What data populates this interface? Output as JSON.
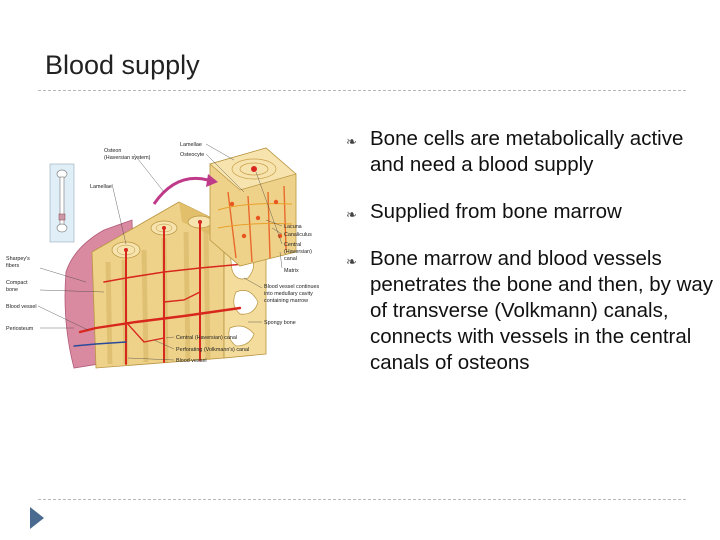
{
  "slide": {
    "title": "Blood supply"
  },
  "bullets": [
    {
      "marker": "❧",
      "text": "Bone cells are metabolically active and need a blood supply"
    },
    {
      "marker": "❧",
      "text": "Supplied from bone marrow"
    },
    {
      "marker": "❧",
      "text": "Bone marrow and blood vessels penetrates the bone and then, by way of transverse (Volkmann) canals, connects with vessels in the central canals of osteons"
    }
  ],
  "figure": {
    "labels": {
      "osteon": "Osteon",
      "haversian_system": "(Haversian system)",
      "lamellae_top": "Lamellae",
      "osteocyte": "Osteocyte",
      "lamellae_left": "Lamellae",
      "sharpeys_1": "Sharpey's",
      "sharpeys_2": "fibers",
      "compact_1": "Compact",
      "compact_2": "bone",
      "blood_vessel_left": "Blood vessel",
      "periosteum": "Periosteum",
      "lacuna": "Lacuna",
      "canaliculus": "Canaliculus",
      "central_1": "Central",
      "central_2": "(Haversian)",
      "central_3": "canal",
      "matrix": "Matrix",
      "continues_1": "Blood vessel continues",
      "continues_2": "into medullary cavity",
      "continues_3": "containing marrow",
      "spongy": "Spongy bone",
      "central_canal": "Central (Haversian) canal",
      "perforating": "Perforating (Volkmann's) canal",
      "blood_vessel_bottom": "Blood vessel"
    },
    "colors": {
      "bone": "#efd28a",
      "bone_dark": "#d9b45a",
      "vessel": "#d8281e",
      "periosteum": "#d98aa0",
      "arrow": "#c03a8a"
    }
  },
  "nav": {
    "icon": "next-arrow-icon"
  }
}
